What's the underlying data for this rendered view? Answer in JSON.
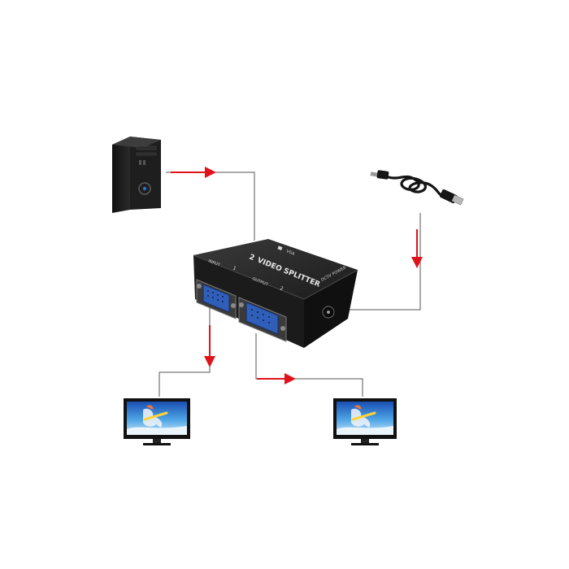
{
  "splitter": {
    "brand_text": "VIDEO SPLITTER",
    "model_number": "2",
    "top_port_label": "VGA",
    "input_label": "INPUT",
    "output_label": "OUTPUT",
    "power_label": "DC5V POWER",
    "port_1_label": "1",
    "port_2_label": "2"
  },
  "colors": {
    "arrow": "#e0121a",
    "wire": "#555555",
    "device_body": "#1b1b1b",
    "vga_port": "#2f5fb8",
    "pc_accent": "#2a6fd6"
  },
  "icons": {
    "computer": "desktop-tower-icon",
    "usb_cable": "usb-power-cable-icon",
    "monitor": "lcd-monitor-icon"
  }
}
